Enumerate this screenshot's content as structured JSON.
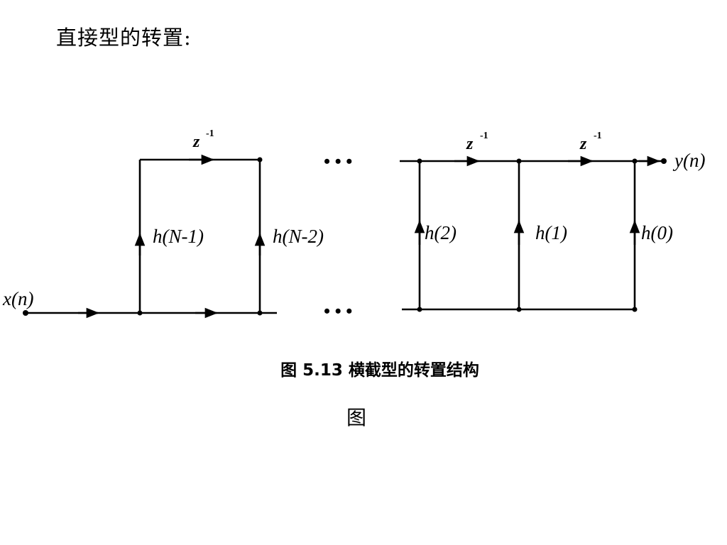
{
  "heading": "直接型的转置:",
  "diagram": {
    "input_label": "x(n)",
    "output_label": "y(n)",
    "delay_label": "z",
    "delay_exp": "-1",
    "ellipsis": "• • •",
    "taps": [
      "h(N-1)",
      "h(N-2)",
      "h(2)",
      "h(1)",
      "h(0)"
    ]
  },
  "caption": "图 5.13   横截型的转置结构",
  "subcaption": "图"
}
